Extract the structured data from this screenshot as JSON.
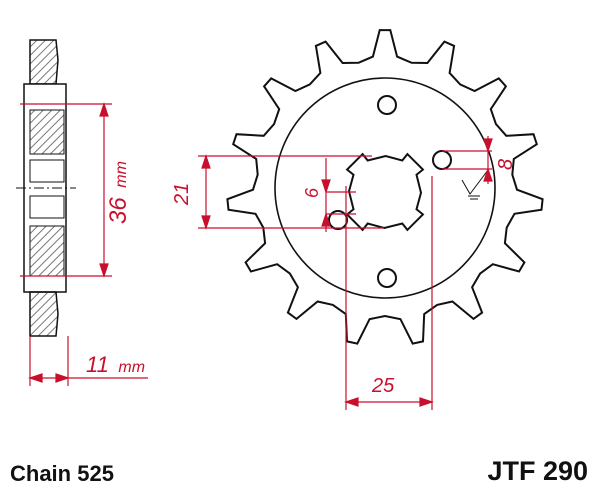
{
  "dimensions": {
    "hub_height": "36",
    "hub_height_unit": "mm",
    "width": "11",
    "width_unit": "mm",
    "spline_major": "21",
    "keyway": "6",
    "bolt_hole": "8",
    "spline_minor": "25"
  },
  "chain": "Chain 525",
  "part_number": "JTF 290",
  "colors": {
    "dimension": "#c8102e",
    "outline": "#111111",
    "hatch": "#777777"
  }
}
